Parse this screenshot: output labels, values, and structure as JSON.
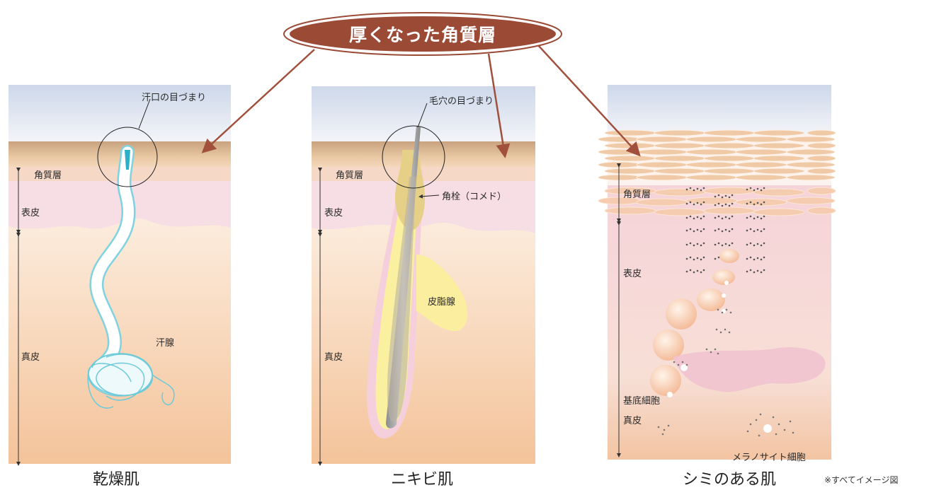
{
  "banner": {
    "text": "厚くなった角質層"
  },
  "panels": [
    {
      "caption": "乾燥肌",
      "labels": {
        "stratum": "角質層",
        "epidermis": "表皮",
        "dermis": "真皮",
        "callout": "汗口の目づまり",
        "gland": "汗腺"
      }
    },
    {
      "caption": "ニキビ肌",
      "labels": {
        "stratum": "角質層",
        "epidermis": "表皮",
        "dermis": "真皮",
        "callout": "毛穴の目づまり",
        "plug": "角栓（コメド）",
        "sebaceous": "皮脂腺"
      }
    },
    {
      "caption": "シミのある肌",
      "labels": {
        "stratum": "角質層",
        "epidermis": "表皮",
        "dermis": "真皮",
        "basal": "基底細胞",
        "melanocyte": "メラノサイト細胞"
      }
    }
  ],
  "footnote": "※すべてイメージ図",
  "colors": {
    "banner_fill": "#9a4a35",
    "arrow": "#a0503c",
    "sky": "#dfe6f2",
    "stratum": "#d9b48f",
    "epidermis": "#f6dde2",
    "dermis": "#f7d3b6",
    "sweat_duct": "#5ec7d8",
    "sebaceous": "#fbeea0"
  }
}
